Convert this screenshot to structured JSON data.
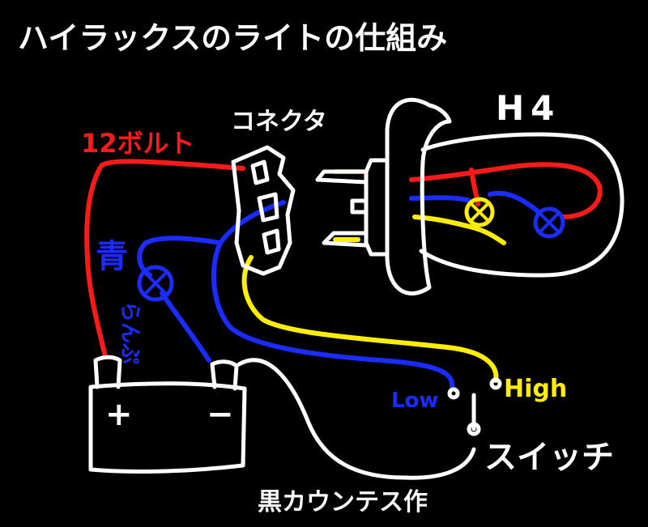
{
  "title": "ハイラックスのライトの仕組み",
  "labels": {
    "voltage": "12ボルト",
    "connector": "コネクタ",
    "bulb": "H4",
    "lamp_v1": "青",
    "lamp_v2": "らんぷ",
    "low": "Low",
    "high": "High",
    "switch": "スイッチ",
    "battery_plus": "+",
    "battery_minus": "−",
    "author": "黒カウンテス作"
  },
  "colors": {
    "background": "#000000",
    "white": "#ffffff",
    "red": "#ff1a1a",
    "blue": "#1a2cff",
    "yellow": "#ffee00"
  }
}
